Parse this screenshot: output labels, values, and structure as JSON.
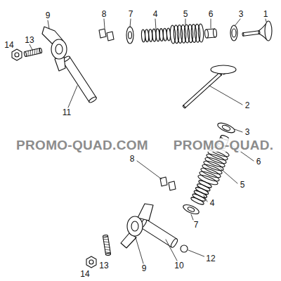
{
  "diagram": {
    "labels": [
      "14",
      "13",
      "9",
      "8",
      "7",
      "4",
      "5",
      "6",
      "3",
      "1",
      "11",
      "2",
      "3",
      "PROMO-QUAD.COM",
      "PROMO-QUAD.",
      "8",
      "6",
      "5",
      "4",
      "7",
      "12",
      "10",
      "13",
      "9",
      "14"
    ]
  }
}
